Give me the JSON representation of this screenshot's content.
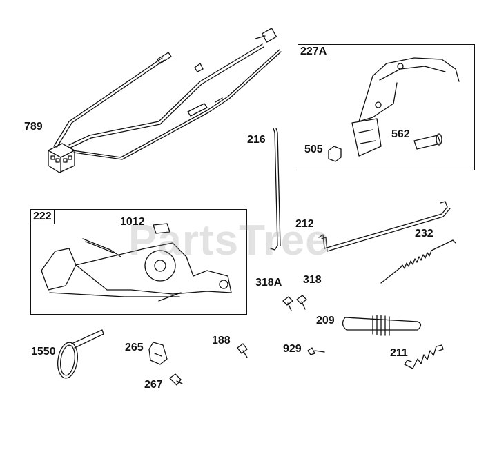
{
  "watermark": "PartsTree",
  "groups": [
    {
      "id": "227A",
      "label": "227A"
    },
    {
      "id": "222",
      "label": "222"
    }
  ],
  "callouts": {
    "p789": "789",
    "p216": "216",
    "p505": "505",
    "p562": "562",
    "p1012": "1012",
    "p212": "212",
    "p232": "232",
    "p318A": "318A",
    "p318": "318",
    "p209": "209",
    "p1550": "1550",
    "p265": "265",
    "p188": "188",
    "p929": "929",
    "p211": "211",
    "p267": "267"
  },
  "colors": {
    "ink": "#111111",
    "watermark": "#969696",
    "background": "#ffffff"
  }
}
